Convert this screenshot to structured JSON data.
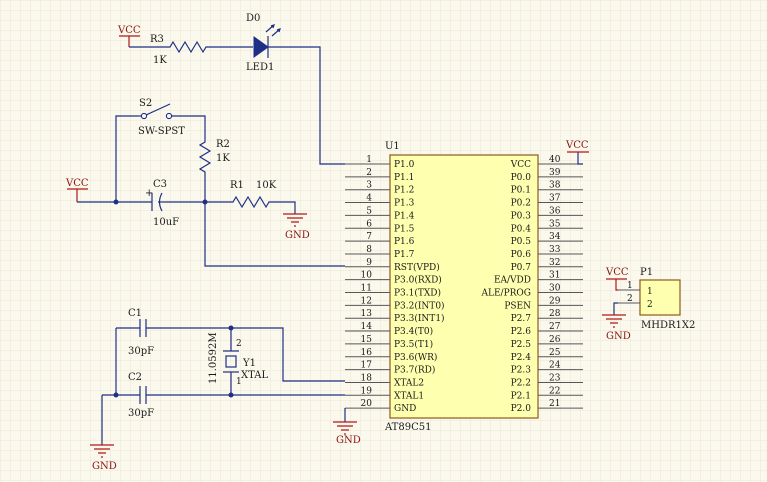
{
  "u1": {
    "ref": "U1",
    "part": "AT89C51",
    "left_pins": [
      {
        "num": "1",
        "name": "P1.0"
      },
      {
        "num": "2",
        "name": "P1.1"
      },
      {
        "num": "3",
        "name": "P1.2"
      },
      {
        "num": "4",
        "name": "P1.3"
      },
      {
        "num": "5",
        "name": "P1.4"
      },
      {
        "num": "6",
        "name": "P1.5"
      },
      {
        "num": "7",
        "name": "P1.6"
      },
      {
        "num": "8",
        "name": "P1.7"
      },
      {
        "num": "9",
        "name": "RST(VPD)"
      },
      {
        "num": "10",
        "name": "P3.0(RXD)"
      },
      {
        "num": "11",
        "name": "P3.1(TXD)"
      },
      {
        "num": "12",
        "name": "P3.2(INT0)"
      },
      {
        "num": "13",
        "name": "P3.3(INT1)"
      },
      {
        "num": "14",
        "name": "P3.4(T0)"
      },
      {
        "num": "15",
        "name": "P3.5(T1)"
      },
      {
        "num": "16",
        "name": "P3.6(WR)"
      },
      {
        "num": "17",
        "name": "P3.7(RD)"
      },
      {
        "num": "18",
        "name": "XTAL2"
      },
      {
        "num": "19",
        "name": "XTAL1"
      },
      {
        "num": "20",
        "name": "GND"
      }
    ],
    "right_pins": [
      {
        "num": "40",
        "name": "VCC"
      },
      {
        "num": "39",
        "name": "P0.0"
      },
      {
        "num": "38",
        "name": "P0.1"
      },
      {
        "num": "37",
        "name": "P0.2"
      },
      {
        "num": "36",
        "name": "P0.3"
      },
      {
        "num": "35",
        "name": "P0.4"
      },
      {
        "num": "34",
        "name": "P0.5"
      },
      {
        "num": "33",
        "name": "P0.6"
      },
      {
        "num": "32",
        "name": "P0.7"
      },
      {
        "num": "31",
        "name": "EA/VDD"
      },
      {
        "num": "30",
        "name": "ALE/PROG"
      },
      {
        "num": "29",
        "name": "PSEN"
      },
      {
        "num": "28",
        "name": "P2.7"
      },
      {
        "num": "27",
        "name": "P2.6"
      },
      {
        "num": "26",
        "name": "P2.5"
      },
      {
        "num": "25",
        "name": "P2.4"
      },
      {
        "num": "24",
        "name": "P2.3"
      },
      {
        "num": "23",
        "name": "P2.2"
      },
      {
        "num": "22",
        "name": "P2.1"
      },
      {
        "num": "21",
        "name": "P2.0"
      }
    ]
  },
  "power": {
    "vcc": "VCC",
    "gnd": "GND"
  },
  "r3": {
    "ref": "R3",
    "value": "1K"
  },
  "d0": {
    "ref": "D0",
    "value": "LED1"
  },
  "s2": {
    "ref": "S2",
    "value": "SW-SPST"
  },
  "r2": {
    "ref": "R2",
    "value": "1K"
  },
  "c3": {
    "ref": "C3",
    "value": "10uF",
    "polarity": "+"
  },
  "r1": {
    "ref": "R1",
    "value": "10K"
  },
  "c1": {
    "ref": "C1",
    "value": "30pF"
  },
  "c2": {
    "ref": "C2",
    "value": "30pF"
  },
  "y1": {
    "ref": "Y1",
    "value": "XTAL",
    "freq": "11.0592M",
    "pin1": "1",
    "pin2": "2"
  },
  "p1": {
    "ref": "P1",
    "value": "MHDR1X2",
    "pins": [
      "1",
      "2"
    ]
  },
  "colors": {
    "background": "#fbf9ee",
    "grid": "#ece6d2",
    "wire": "#1f2f86",
    "ic_fill": "#ffffb0",
    "power": "#b01818"
  }
}
